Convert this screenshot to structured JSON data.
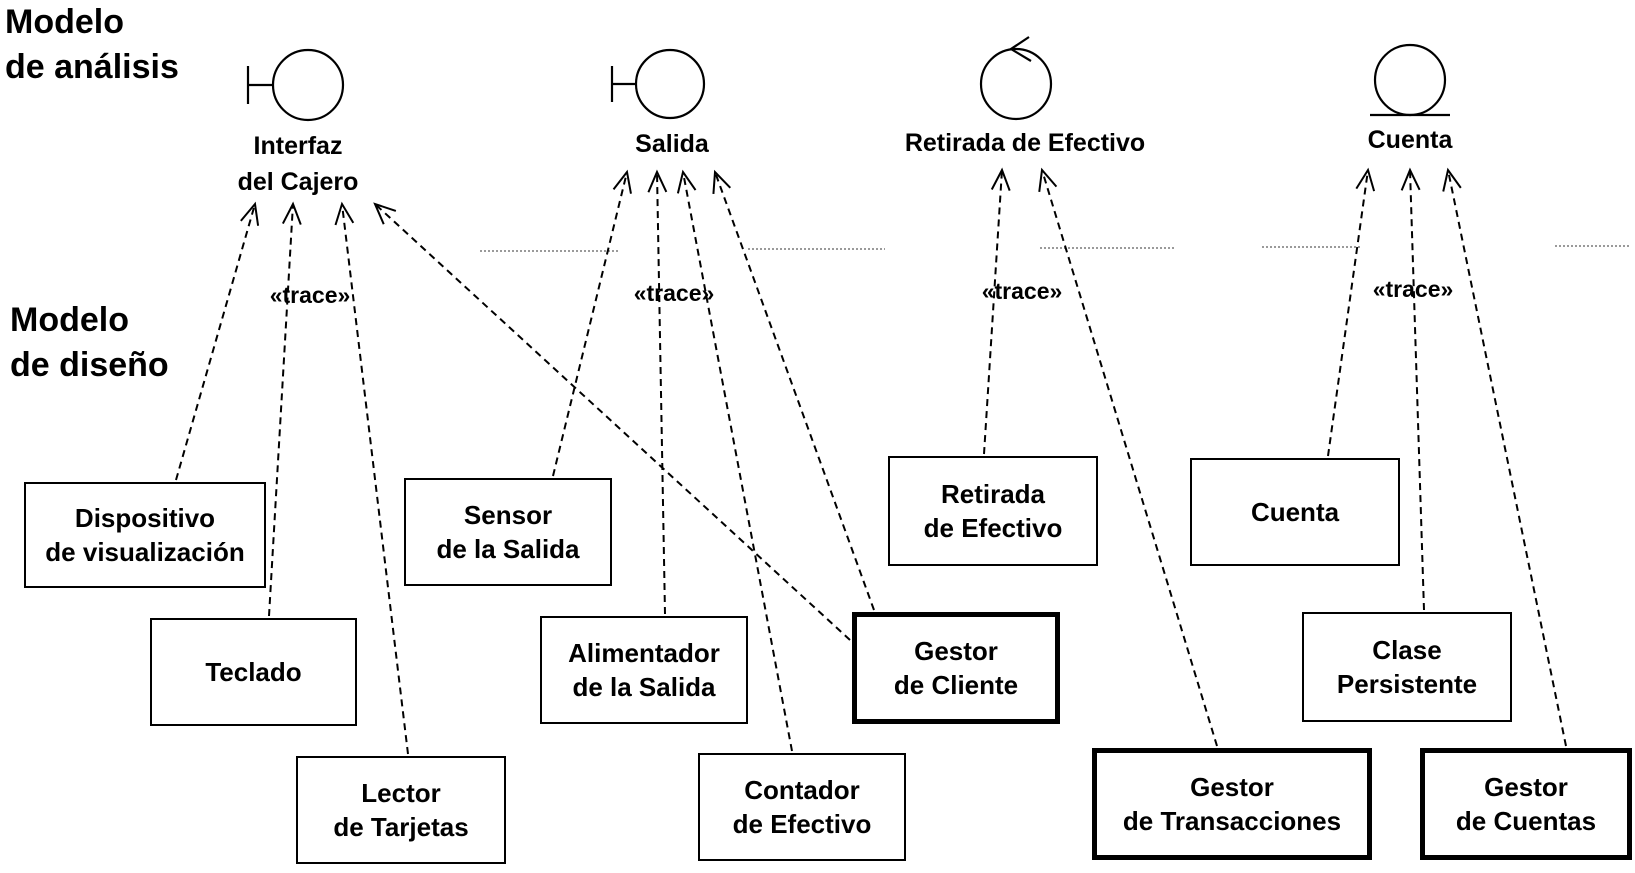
{
  "sections": {
    "analysis": [
      "Modelo",
      "de análisis"
    ],
    "design": [
      "Modelo",
      "de diseño"
    ]
  },
  "analysis_classes": [
    {
      "id": "interfaz",
      "stereotype": "boundary",
      "name": [
        "Interfaz",
        "del Cajero"
      ]
    },
    {
      "id": "salida",
      "stereotype": "boundary",
      "name": [
        "Salida"
      ]
    },
    {
      "id": "retirada",
      "stereotype": "control",
      "name": [
        "Retirada de Efectivo"
      ]
    },
    {
      "id": "cuenta",
      "stereotype": "entity",
      "name": [
        "Cuenta"
      ]
    }
  ],
  "trace_label": "«trace»",
  "design_classes": [
    {
      "id": "dispositivo",
      "lines": [
        "Dispositivo",
        "de visualización"
      ],
      "emphasis": false
    },
    {
      "id": "teclado",
      "lines": [
        "Teclado"
      ],
      "emphasis": false
    },
    {
      "id": "lector",
      "lines": [
        "Lector",
        "de Tarjetas"
      ],
      "emphasis": false
    },
    {
      "id": "sensor",
      "lines": [
        "Sensor",
        "de la Salida"
      ],
      "emphasis": false
    },
    {
      "id": "alimentador",
      "lines": [
        "Alimentador",
        "de la Salida"
      ],
      "emphasis": false
    },
    {
      "id": "contador",
      "lines": [
        "Contador",
        "de Efectivo"
      ],
      "emphasis": false
    },
    {
      "id": "gestor-cliente",
      "lines": [
        "Gestor",
        "de Cliente"
      ],
      "emphasis": true
    },
    {
      "id": "retirada-d",
      "lines": [
        "Retirada",
        "de Efectivo"
      ],
      "emphasis": false
    },
    {
      "id": "gestor-trans",
      "lines": [
        "Gestor",
        "de Transacciones"
      ],
      "emphasis": true
    },
    {
      "id": "cuenta-d",
      "lines": [
        "Cuenta"
      ],
      "emphasis": false
    },
    {
      "id": "clase-pers",
      "lines": [
        "Clase",
        "Persistente"
      ],
      "emphasis": false
    },
    {
      "id": "gestor-cuentas",
      "lines": [
        "Gestor",
        "de Cuentas"
      ],
      "emphasis": true
    }
  ],
  "traces": [
    {
      "from": "dispositivo",
      "to": "interfaz"
    },
    {
      "from": "teclado",
      "to": "interfaz"
    },
    {
      "from": "lector",
      "to": "interfaz"
    },
    {
      "from": "gestor-cliente",
      "to": "interfaz"
    },
    {
      "from": "sensor",
      "to": "salida"
    },
    {
      "from": "alimentador",
      "to": "salida"
    },
    {
      "from": "contador",
      "to": "salida"
    },
    {
      "from": "gestor-cliente",
      "to": "salida"
    },
    {
      "from": "retirada-d",
      "to": "retirada"
    },
    {
      "from": "gestor-trans",
      "to": "retirada"
    },
    {
      "from": "cuenta-d",
      "to": "cuenta"
    },
    {
      "from": "clase-pers",
      "to": "cuenta"
    },
    {
      "from": "gestor-cuentas",
      "to": "cuenta"
    }
  ]
}
